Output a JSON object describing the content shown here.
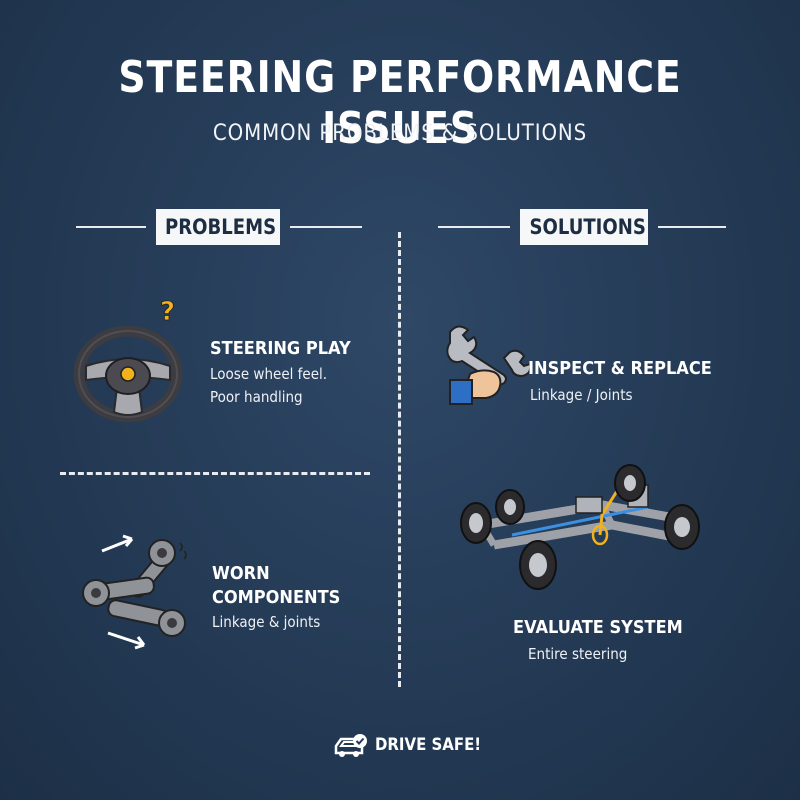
{
  "header": {
    "title": "STEERING PERFORMANCE ISSUES",
    "subtitle": "COMMON PROBLEMS & SOLUTIONS"
  },
  "problems": {
    "heading": "PROBLEMS",
    "items": [
      {
        "icon": "steering-wheel-question-icon",
        "title": "STEERING PLAY",
        "line1": "Loose wheel feel.",
        "line2": "Poor handling"
      },
      {
        "icon": "worn-linkage-icon",
        "title_line1": "WORN",
        "title_line2": "COMPONENTS",
        "line1": "Linkage & joints"
      }
    ]
  },
  "solutions": {
    "heading": "SOLUTIONS",
    "items": [
      {
        "icon": "wrench-hand-icon",
        "title": "INSPECT & REPLACE",
        "line1": "Linkage / Joints"
      },
      {
        "icon": "car-chassis-icon",
        "title": "EVALUATE SYSTEM",
        "line1": "Entire steering"
      }
    ]
  },
  "footer": {
    "icon": "car-check-icon",
    "label": "DRIVE SAFE!"
  },
  "colors": {
    "background": "#243a55",
    "accent_yellow": "#f2b21b",
    "text": "#ffffff",
    "blue_line": "#3d8fe0"
  }
}
